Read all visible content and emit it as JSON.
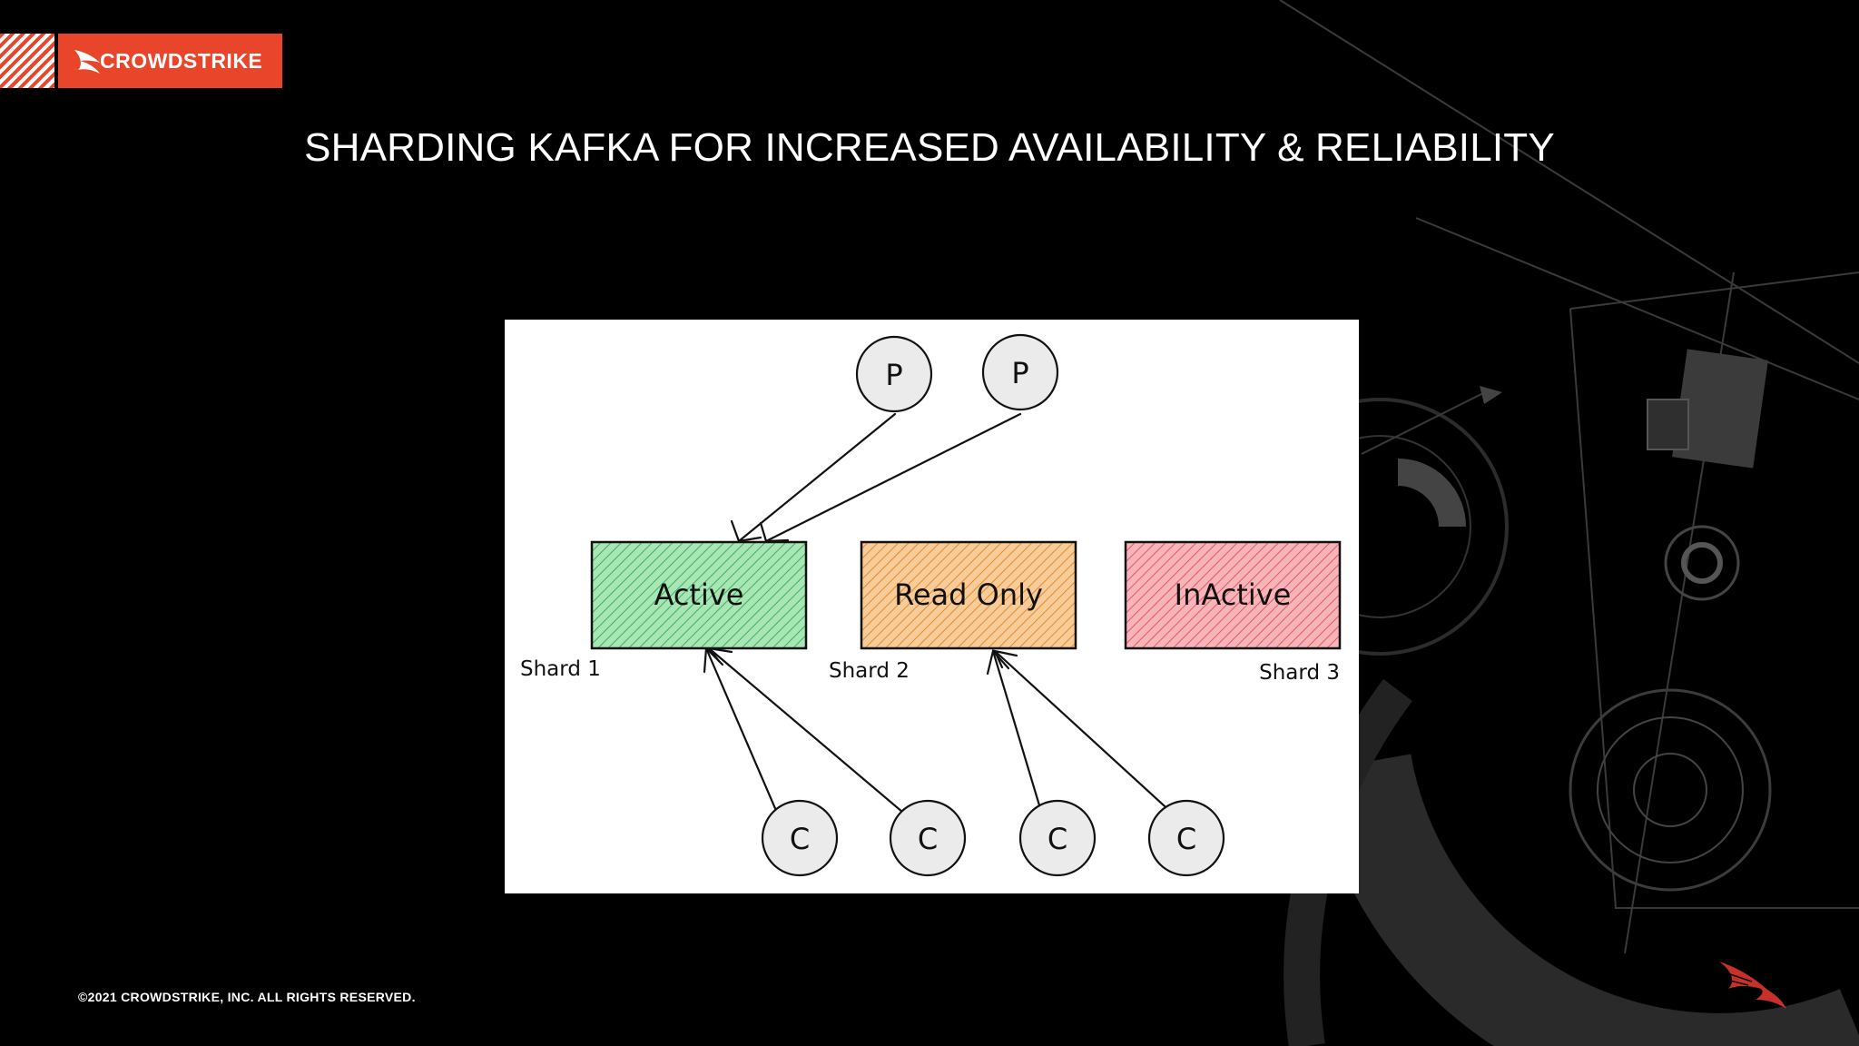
{
  "logo": {
    "text": "CROWDSTRIKE",
    "brand_color": "#e8452a"
  },
  "slide": {
    "title": "SHARDING KAFKA FOR INCREASED AVAILABILITY & RELIABILITY"
  },
  "diagram": {
    "producers": [
      {
        "label": "P"
      },
      {
        "label": "P"
      }
    ],
    "shards": [
      {
        "state": "Active",
        "name": "Shard 1",
        "color": "#5cc878"
      },
      {
        "state": "Read Only",
        "name": "Shard 2",
        "color": "#f0a050"
      },
      {
        "state": "InActive",
        "name": "Shard 3",
        "color": "#f07a80"
      }
    ],
    "consumers": [
      {
        "label": "C"
      },
      {
        "label": "C"
      },
      {
        "label": "C"
      },
      {
        "label": "C"
      }
    ]
  },
  "footer": {
    "copyright": "©2021 CROWDSTRIKE, INC. ALL RIGHTS RESERVED."
  },
  "icons": {
    "brand_logo": "falcon-icon",
    "corner_mark": "falcon-icon"
  }
}
